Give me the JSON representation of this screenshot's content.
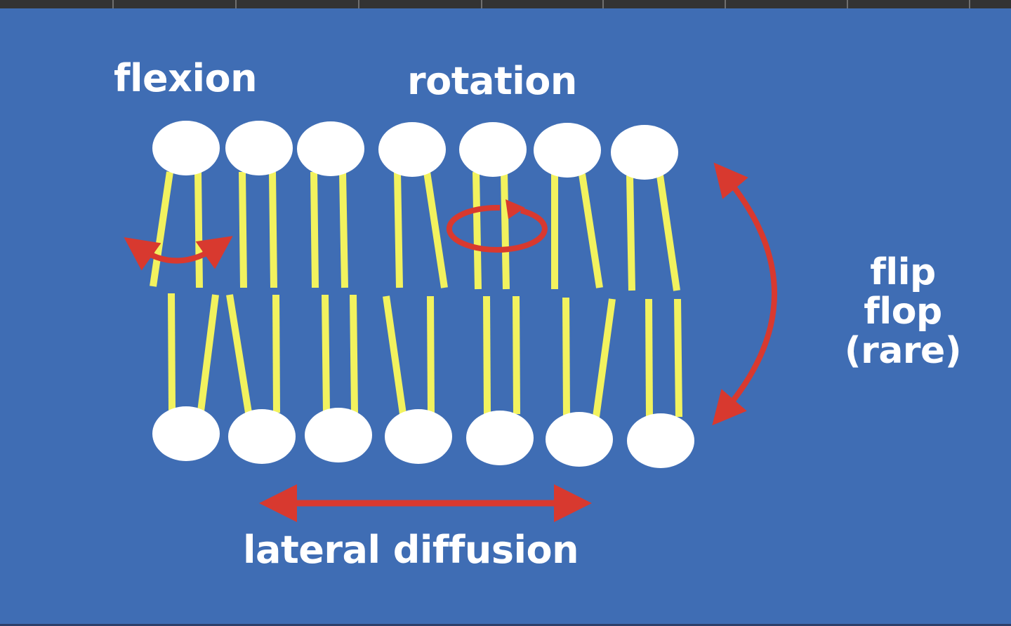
{
  "labels": {
    "flexion": "flexion",
    "rotation": "rotation",
    "lateral_diffusion": "lateral diffusion",
    "flip_flop": "flip flop (rare)"
  },
  "colors": {
    "background": "#3f6db4",
    "lipid_head": "#ffffff",
    "lipid_tail": "#f2f25e",
    "arrow": "#d8392f",
    "text": "#ffffff"
  },
  "lipids": {
    "upper_leaflet_count": 7,
    "lower_leaflet_count": 7
  }
}
